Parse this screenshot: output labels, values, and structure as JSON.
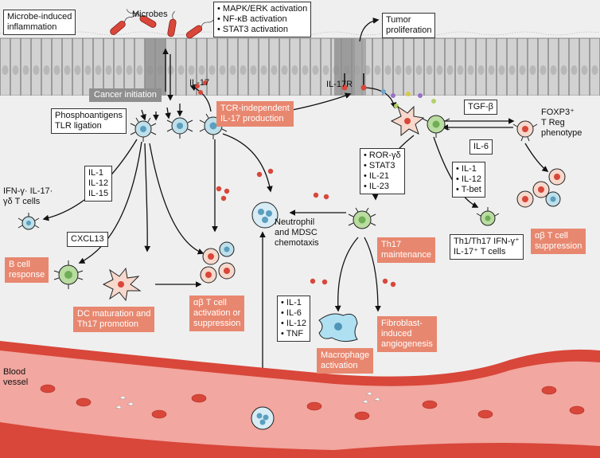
{
  "labels": {
    "microbe_inflammation": [
      "Microbe-induced",
      "inflammation"
    ],
    "microbes": "Microbes",
    "signaling": [
      "• MAPK/ERK activation",
      "• NF-κB activation",
      "• STAT3 activation"
    ],
    "tumor_proliferation": [
      "Tumor",
      "proliferation"
    ],
    "cancer_initiation": "Cancer initiation",
    "il17": "IL-17",
    "il17r": "IL-17R",
    "tcr_independent": [
      "TCR-independent",
      "IL-17 production"
    ],
    "phosphoantigens": [
      "Phosphoantigens",
      "TLR ligation"
    ],
    "cytokines_il1": [
      "IL-1",
      "IL-12",
      "IL-15"
    ],
    "ifn_cells": [
      "IFN-γ· IL-17·",
      "γδ T cells"
    ],
    "cxcl13": "CXCL13",
    "b_cell": [
      "B cell",
      "response"
    ],
    "dc_maturation": [
      "DC maturation and",
      "Th17 promotion"
    ],
    "ab_activation": [
      "αβ T cell",
      "activation or",
      "suppression"
    ],
    "neutrophil": [
      "Neutrophil",
      "and MDSC",
      "chemotaxis"
    ],
    "ror": [
      "• ROR-γδ",
      "• STAT3",
      "• IL-21",
      "• IL-23"
    ],
    "tgf": "TGF-β",
    "il6": "IL-6",
    "foxp3": [
      "FOXP3⁺",
      "T Reg",
      "phenotype"
    ],
    "il1_tbet": [
      "• IL-1",
      "• IL-12",
      "• T-bet"
    ],
    "th17_maintenance": [
      "Th17",
      "maintenance"
    ],
    "th1_th17": [
      "Th1/Th17 IFN-γ⁺",
      "IL-17⁺ T cells"
    ],
    "ab_suppression": [
      "αβ T cell",
      "suppression"
    ],
    "macro_cytokines": [
      "• IL-1",
      "• IL-6",
      "• IL-12",
      "• TNF"
    ],
    "macrophage": [
      "Macrophage",
      "activation"
    ],
    "fibroblast": [
      "Fibroblast-",
      "induced",
      "angiogenesis"
    ],
    "blood_vessel": [
      "Blood",
      "vessel"
    ]
  },
  "colors": {
    "background": "#efefef",
    "epithelium": "#cfcfcf",
    "orange_box": "#e8876f",
    "blood": "#d8473a",
    "gd_cell": "#bfe0ea",
    "green_cell": "#b9dca0",
    "macrophage": "#aee0f2"
  }
}
